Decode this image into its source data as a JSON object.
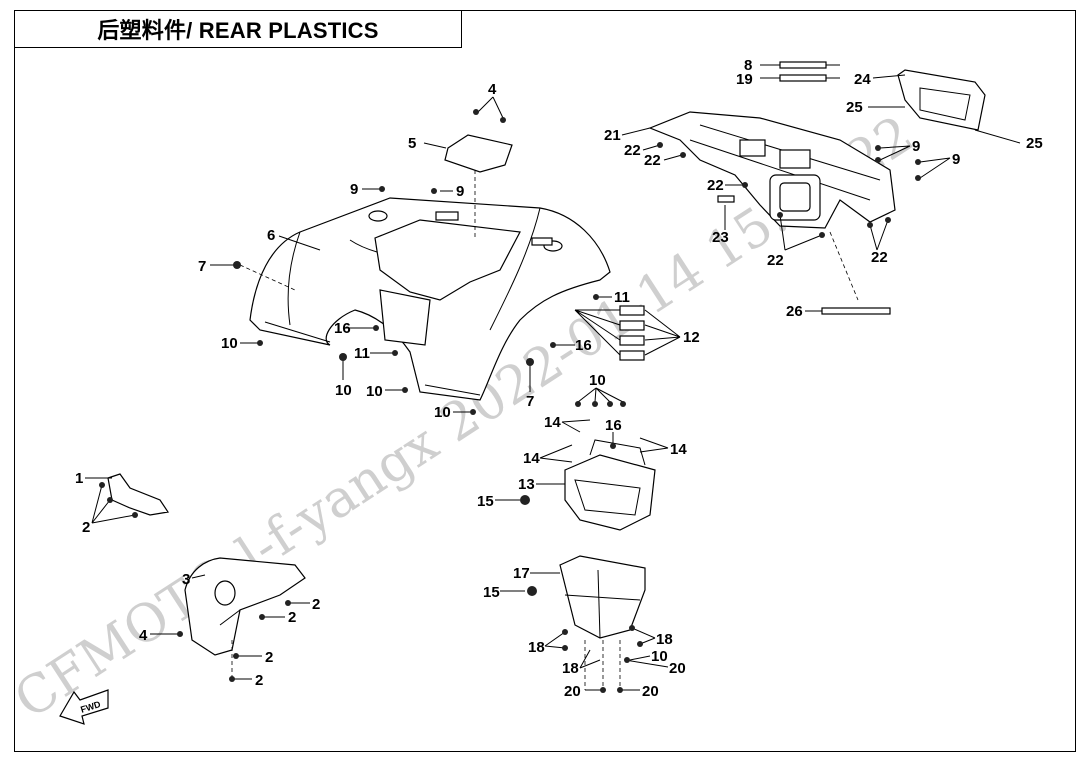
{
  "title": "后塑料件/ REAR PLASTICS",
  "watermark": "CFMOTO  l-f-yangx  2022-01-14  15:04:22",
  "fwd_label": "FWD",
  "labels": {
    "l1": "1",
    "l2a": "2",
    "l2b": "2",
    "l2c": "2",
    "l2d": "2",
    "l2e": "2",
    "l3": "3",
    "l4a": "4",
    "l4b": "4",
    "l5": "5",
    "l6": "6",
    "l7a": "7",
    "l7b": "7",
    "l8": "8",
    "l9a": "9",
    "l9b": "9",
    "l9c": "9",
    "l9d": "9",
    "l10a": "10",
    "l10b": "10",
    "l10c": "10",
    "l10d": "10",
    "l10e": "10",
    "l10f": "10",
    "l11a": "11",
    "l11b": "11",
    "l12": "12",
    "l13": "13",
    "l14a": "14",
    "l14b": "14",
    "l14c": "14",
    "l15a": "15",
    "l15b": "15",
    "l16a": "16",
    "l16b": "16",
    "l16c": "16",
    "l17": "17",
    "l18a": "18",
    "l18b": "18",
    "l18c": "18",
    "l19": "19",
    "l20a": "20",
    "l20b": "20",
    "l20c": "20",
    "l21": "21",
    "l22a": "22",
    "l22b": "22",
    "l22c": "22",
    "l22d": "22",
    "l22e": "22",
    "l23": "23",
    "l24": "24",
    "l25a": "25",
    "l25b": "25",
    "l26": "26"
  }
}
